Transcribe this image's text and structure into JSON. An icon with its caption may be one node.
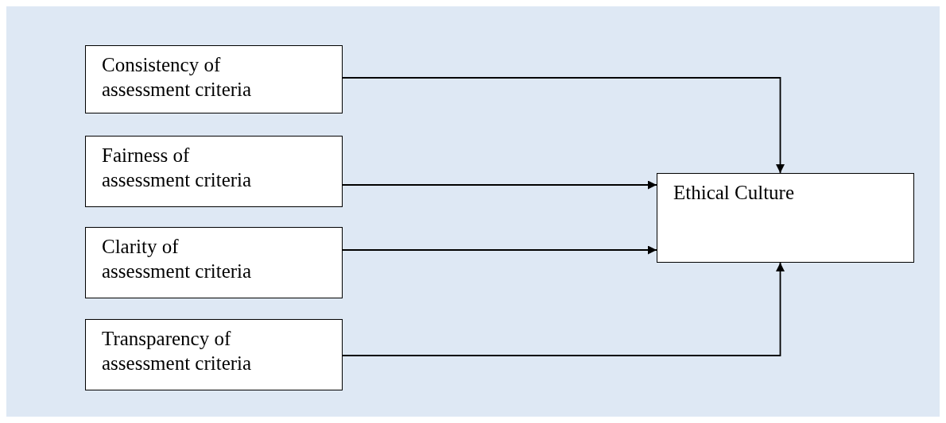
{
  "diagram": {
    "nodes": [
      {
        "text": [
          "Consistency of assessment criteria"
        ]
      },
      {
        "text": [
          "Fairness of assessment criteria"
        ]
      },
      {
        "text": [
          "Clarity of assessment criteria"
        ]
      },
      {
        "text": [
          "Transparency of assessment criteria"
        ]
      },
      {
        "text": [
          "Ethical Culture"
        ]
      }
    ],
    "edges": [
      {
        "from": 0,
        "to": 4,
        "arrow": "to"
      },
      {
        "from": 1,
        "to": 4,
        "arrow": "to"
      },
      {
        "from": 2,
        "to": 4,
        "arrow": "to"
      },
      {
        "from": 3,
        "to": 4,
        "arrow": "to"
      }
    ]
  }
}
